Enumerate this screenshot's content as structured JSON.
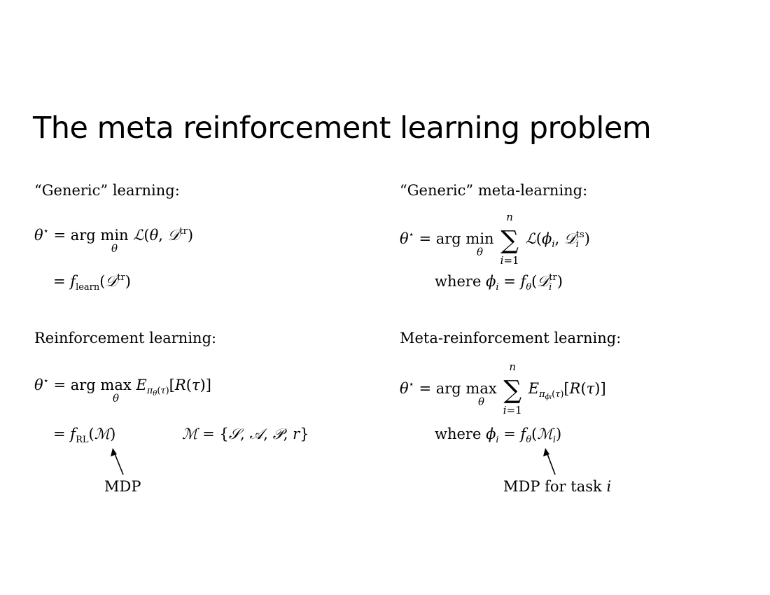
{
  "slide": {
    "title": "The meta reinforcement learning problem"
  },
  "left": {
    "generic_heading": "“Generic” learning:",
    "rl_heading": "Reinforcement learning:",
    "mdp_label": "MDP"
  },
  "right": {
    "meta_heading": "“Generic” meta-learning:",
    "metarl_heading": "Meta-reinforcement learning:",
    "where_word": "where",
    "mdp_task_label": "MDP for task",
    "mdp_task_var": "i"
  }
}
